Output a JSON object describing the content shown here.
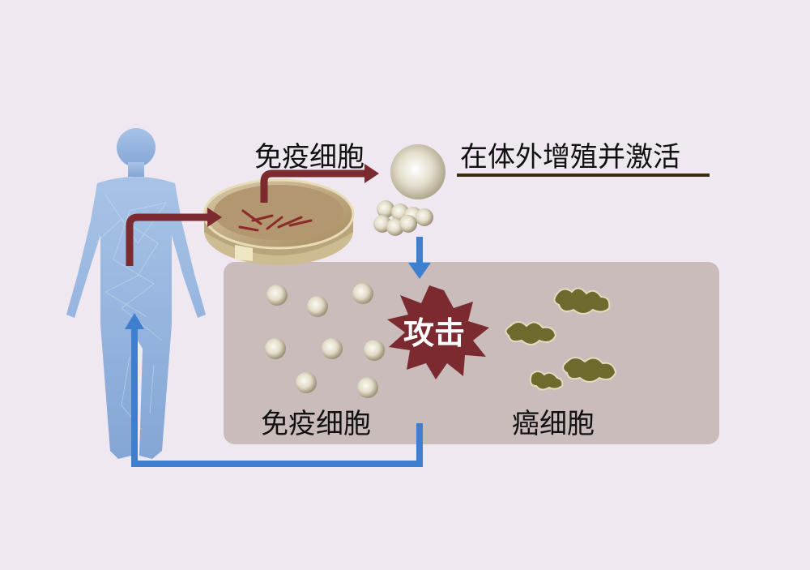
{
  "labels": {
    "immune_cells_top": "免疫细胞",
    "expand_activate": "在体外增殖并激活",
    "attack": "攻击",
    "immune_cells_bottom": "免疫细胞",
    "cancer_cells": "癌细胞"
  },
  "colors": {
    "background": "#efe8f1",
    "arrow_red": "#7b2b2f",
    "arrow_blue": "#3f7fd0",
    "body_blue": "#8fb1dd",
    "panel": "#c9bcbb",
    "cancer_cell": "#6e6a2e",
    "immune_cell": "#e6e1cf",
    "underline": "#3a2e10"
  },
  "icons": [
    "human-body-icon",
    "petri-dish-icon",
    "immune-cell-icon",
    "cancer-cell-icon",
    "burst-icon"
  ]
}
